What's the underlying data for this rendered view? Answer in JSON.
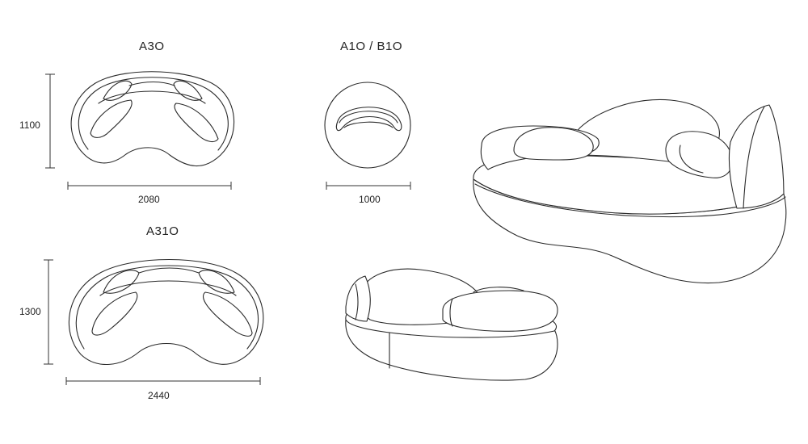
{
  "sections": {
    "a30": {
      "title": "A3O",
      "height_dim": "1100",
      "width_dim": "2080"
    },
    "a10": {
      "title": "A1O / B1O",
      "width_dim": "1000"
    },
    "a310": {
      "title": "A31O",
      "height_dim": "1300",
      "width_dim": "2440"
    }
  },
  "colors": {
    "line": "#2a2a2a",
    "background": "#ffffff"
  }
}
